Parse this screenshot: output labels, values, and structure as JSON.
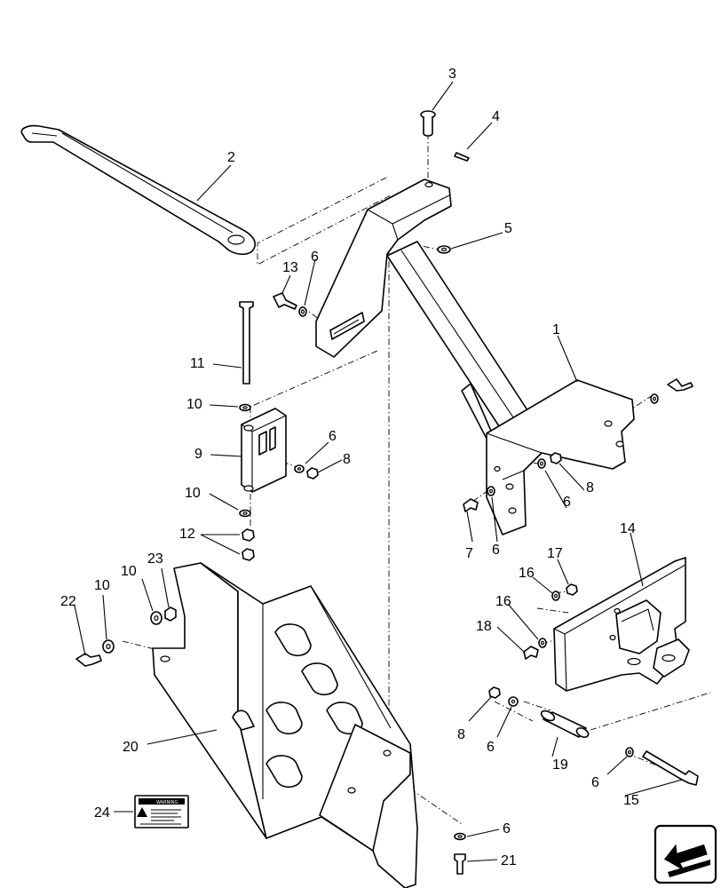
{
  "callouts": [
    {
      "id": "c1",
      "text": "1"
    },
    {
      "id": "c2",
      "text": "2"
    },
    {
      "id": "c3",
      "text": "3"
    },
    {
      "id": "c4",
      "text": "4"
    },
    {
      "id": "c5",
      "text": "5"
    },
    {
      "id": "c13",
      "text": "13"
    },
    {
      "id": "c6a",
      "text": "6"
    },
    {
      "id": "c11",
      "text": "11"
    },
    {
      "id": "c10a",
      "text": "10"
    },
    {
      "id": "c9",
      "text": "9"
    },
    {
      "id": "c6b",
      "text": "6"
    },
    {
      "id": "c8a",
      "text": "8"
    },
    {
      "id": "c10b",
      "text": "10"
    },
    {
      "id": "c12",
      "text": "12"
    },
    {
      "id": "c8b",
      "text": "8"
    },
    {
      "id": "c6c",
      "text": "6"
    },
    {
      "id": "c7",
      "text": "7"
    },
    {
      "id": "c6d",
      "text": "6"
    },
    {
      "id": "c14",
      "text": "14"
    },
    {
      "id": "c17",
      "text": "17"
    },
    {
      "id": "c16a",
      "text": "16"
    },
    {
      "id": "c16b",
      "text": "16"
    },
    {
      "id": "c18",
      "text": "18"
    },
    {
      "id": "c10c",
      "text": "10"
    },
    {
      "id": "c23",
      "text": "23"
    },
    {
      "id": "c22",
      "text": "22"
    },
    {
      "id": "c10d",
      "text": "10"
    },
    {
      "id": "c20",
      "text": "20"
    },
    {
      "id": "c8c",
      "text": "8"
    },
    {
      "id": "c6e",
      "text": "6"
    },
    {
      "id": "c19",
      "text": "19"
    },
    {
      "id": "c6f",
      "text": "6"
    },
    {
      "id": "c15",
      "text": "15"
    },
    {
      "id": "c24",
      "text": "24"
    },
    {
      "id": "c6g",
      "text": "6"
    },
    {
      "id": "c21",
      "text": "21"
    }
  ],
  "decal": {
    "heading": "WARNING"
  },
  "colors": {
    "line": "#000000",
    "background": "#ffffff"
  },
  "icons": {
    "nav": "next-page-arrow-icon"
  }
}
